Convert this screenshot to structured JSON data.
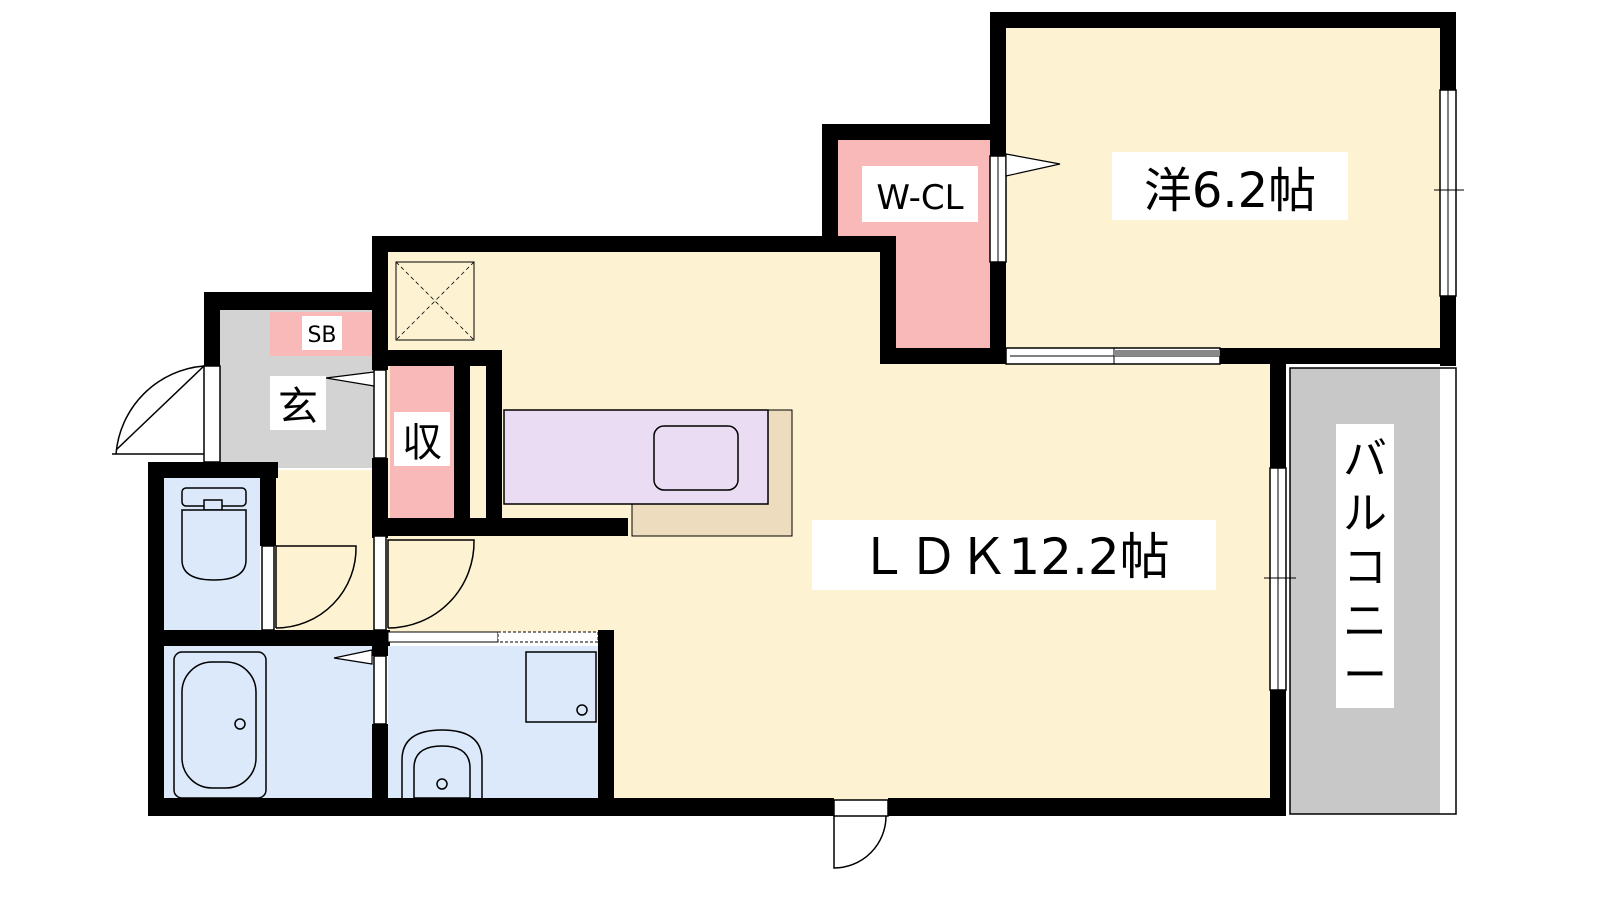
{
  "rooms": {
    "western": {
      "label": "洋6.2帖"
    },
    "ldk": {
      "label": "ＬＤＫ12.2帖"
    },
    "walk_in_closet": {
      "label": "W-CL"
    },
    "shoe_box": {
      "label": "SB"
    },
    "entrance": {
      "label": "玄"
    },
    "storage": {
      "label": "収"
    },
    "balcony": {
      "label": "バルコニー",
      "chars": [
        "バ",
        "ル",
        "コ",
        "ニ",
        "ー"
      ]
    }
  },
  "colors": {
    "living_floor": "#fdf2d2",
    "closet_storage": "#f9b9b9",
    "wet_area": "#dbe9fb",
    "entrance_floor": "#d3d3d3",
    "balcony_floor": "#c8c8c8",
    "kitchen_counter": "#e9dcf3",
    "kitchen_side": "#eddcbe",
    "wall": "#000000"
  }
}
